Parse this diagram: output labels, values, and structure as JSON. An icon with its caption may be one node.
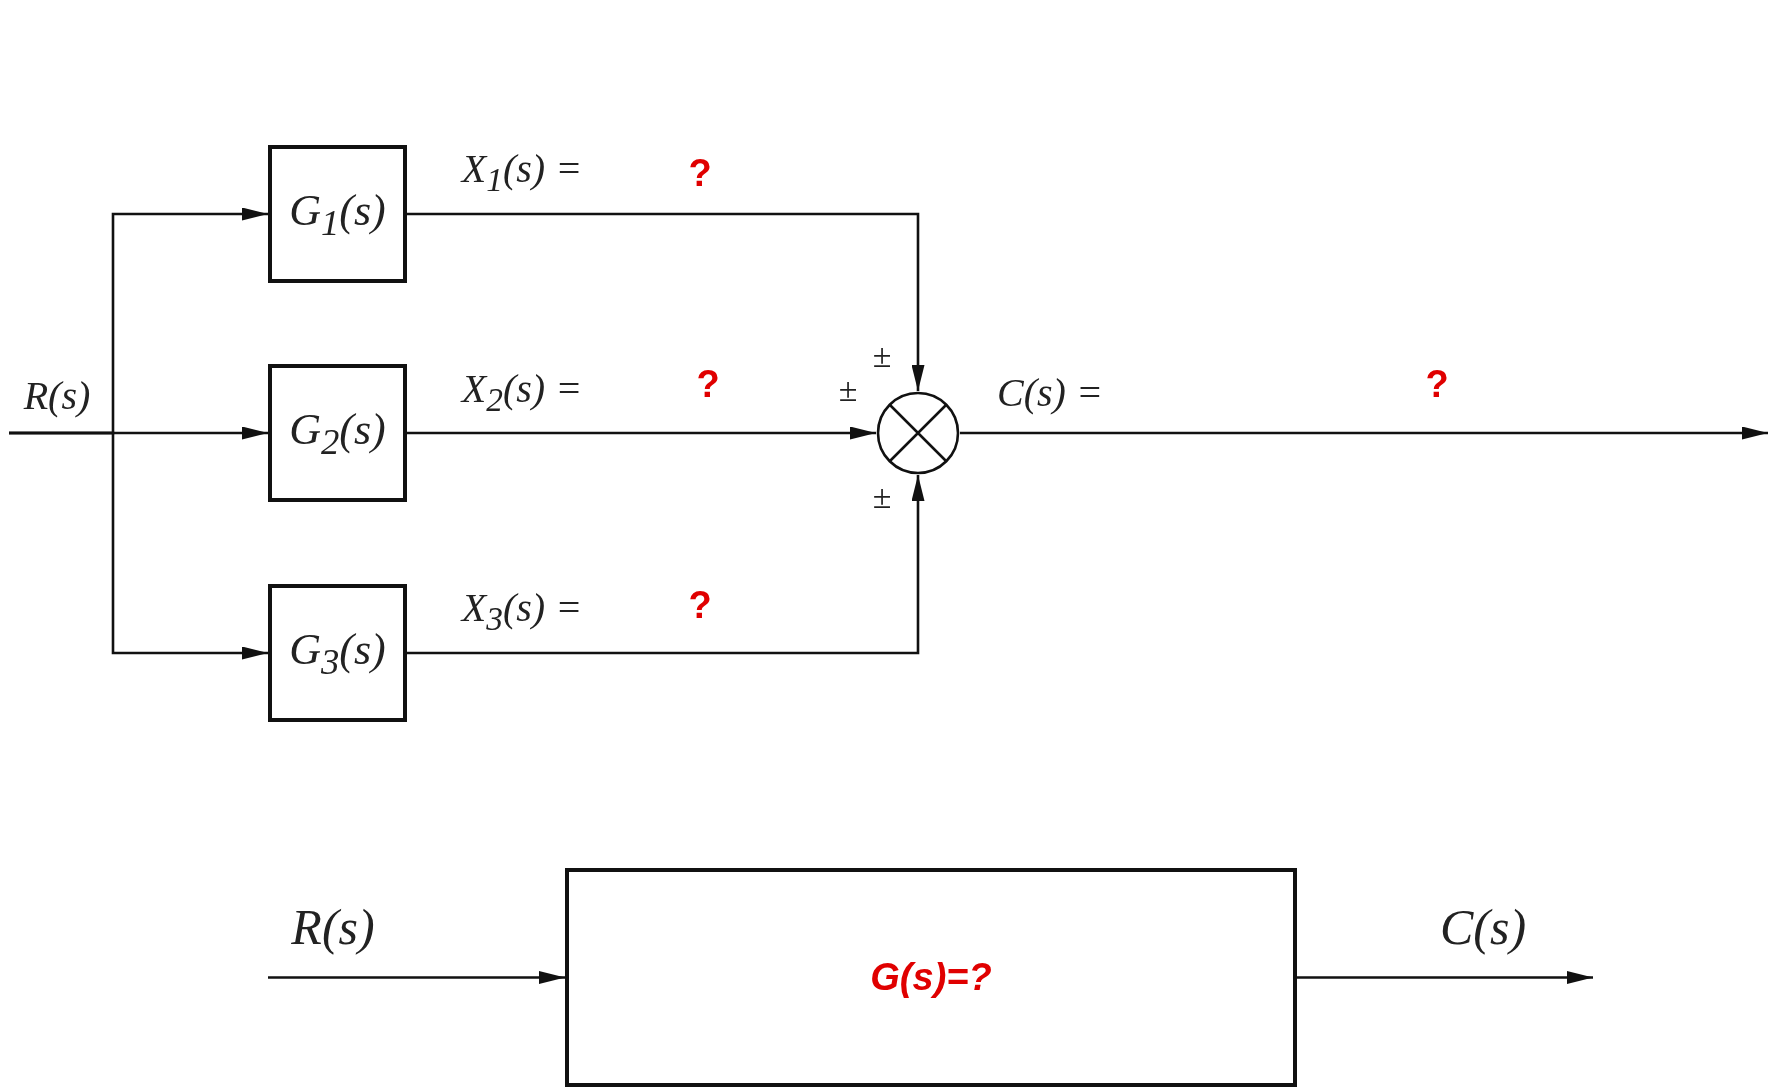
{
  "diagram": {
    "nodes": [
      {
        "text": [
          "G$_{1}$(s)"
        ]
      },
      {
        "text": [
          "G$_{2}$(s)"
        ]
      },
      {
        "text": [
          "G$_{3}$(s)"
        ]
      },
      {
        "text": [],
        "shape": "circle"
      },
      {
        "text": [
          "G(s)=?"
        ]
      }
    ],
    "edges": [
      {
        "from": null,
        "to": 0,
        "arrow": "to"
      },
      {
        "from": null,
        "to": 1,
        "arrow": "to"
      },
      {
        "from": null,
        "to": 2,
        "arrow": "to"
      },
      {
        "from": 0,
        "to": 3,
        "arrow": "to"
      },
      {
        "from": 1,
        "to": 3,
        "arrow": "to"
      },
      {
        "from": 2,
        "to": 3,
        "arrow": "to"
      },
      {
        "from": 3,
        "to": null,
        "arrow": "to"
      },
      {
        "from": null,
        "to": 4,
        "arrow": "to"
      },
      {
        "from": 4,
        "to": null,
        "arrow": "to"
      }
    ],
    "labels": [
      "X$_{1}$(s) =",
      "?",
      "±",
      "R(s)",
      "±",
      "X$_{2}$(s) =",
      "?",
      "C(s) =",
      "?",
      "±",
      "X$_{3}$(s) =",
      "?",
      "R(s)",
      "C(s)"
    ]
  }
}
